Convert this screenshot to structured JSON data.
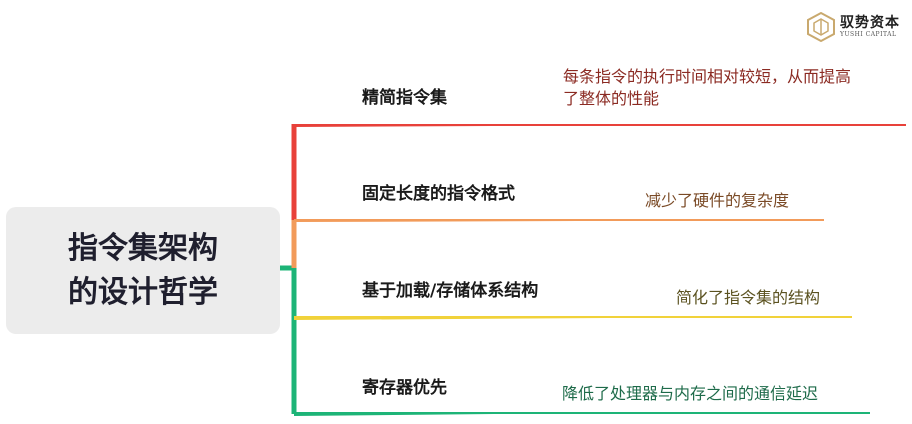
{
  "logo": {
    "name_cn": "驭势资本",
    "name_en": "YUSHI CAPITAL",
    "color": "#c9a96e"
  },
  "center": {
    "title": "指令集架构\n的设计哲学"
  },
  "branches": [
    {
      "label": "精简指令集",
      "note": "每条指令的执行时间相对较短，从而提高\n了整体的性能",
      "color": "#e8413a",
      "note_color": "#8b2a22"
    },
    {
      "label": "固定长度的指令格式",
      "note": "减少了硬件的复杂度",
      "color": "#f29b5a",
      "note_color": "#7a4a26"
    },
    {
      "label": "基于加载/存储体系结构",
      "note": "简化了指令集的结构",
      "color": "#f1d23a",
      "note_color": "#5b5220"
    },
    {
      "label": "寄存器优先",
      "note": "降低了处理器与内存之间的通信延迟",
      "color": "#1db477",
      "note_color": "#1e6b4a"
    }
  ]
}
